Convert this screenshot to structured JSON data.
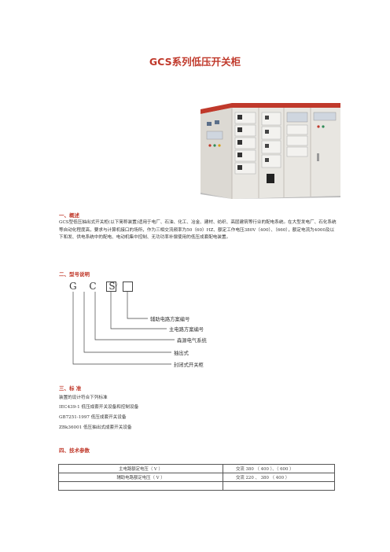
{
  "title": "GCS系列低压开关柜",
  "sections": {
    "overview": {
      "heading": "一、概述",
      "text": "GCS型低压抽出式开关柜(以下简称装置)适用于电厂、石油、化工、冶金、建材、纺织、高层建筑等行业的配电系统。在大型发电厂、石化系统等自动化程度高，要求与计算机接口的场所，作为三相交流频率为50（60）HZ、额定工作电压380V（400）、（660），额定电流为4000及以下和发、供电系统中的配电、电动机集中控制、无功功率补偿使用的低压成套配电装置。"
    },
    "model": {
      "heading": "二、型号说明",
      "code": "G C S",
      "labels": [
        "辅助电路方案编号",
        "主电路方案编号",
        "森源电气系统",
        "抽出式",
        "封闭式开关柜"
      ]
    },
    "standards": {
      "heading": "三、标  准",
      "intro": "装置的设计符合下列标准",
      "items": [
        "IEC439-1  低压成套开关设备和控制设备",
        "GB7251-1997 低压成套开关设备",
        "ZBk36001  低压抽出式成套开关设备"
      ]
    },
    "tech": {
      "heading": "四、技术参数",
      "rows": [
        [
          "主电路额定电压（ V ）",
          "交流  380  （ 400 ）、（ 600 ）"
        ],
        [
          "辅助电路额定电压（ V ）",
          "交流  220  、  380  （ 400 ）"
        ]
      ]
    }
  }
}
